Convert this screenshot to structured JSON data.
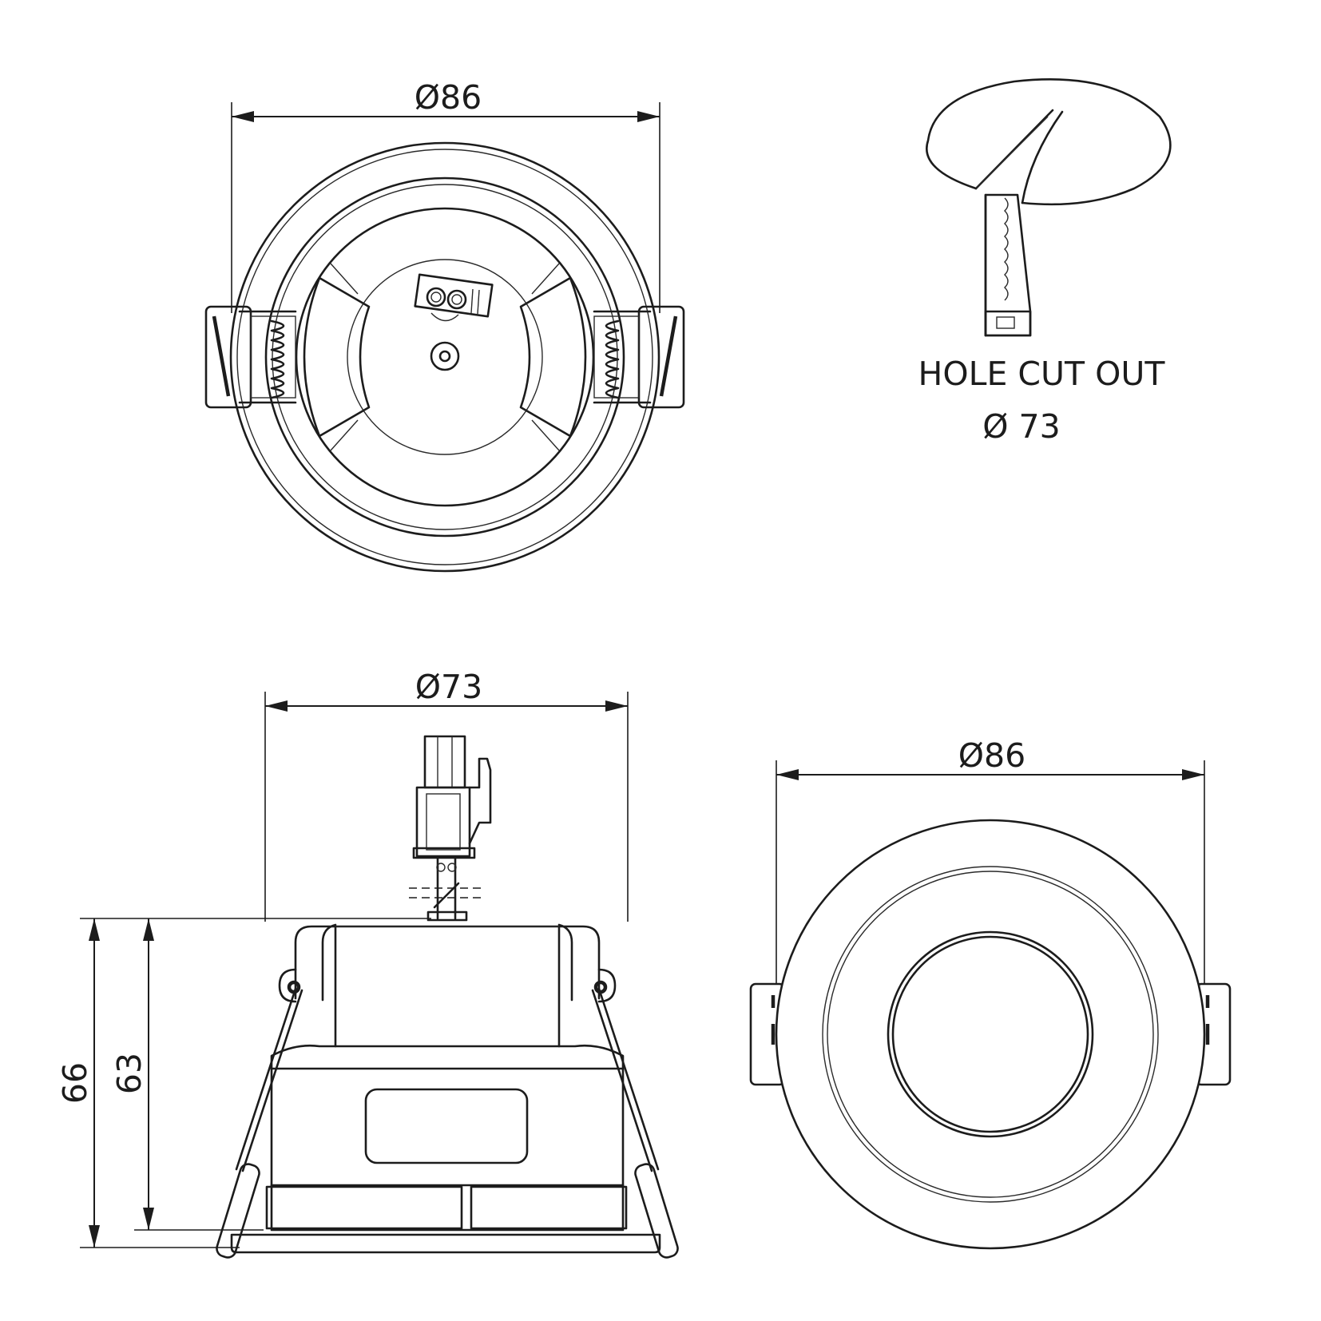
{
  "top_view": {
    "width_dimension": "Ø86"
  },
  "hole_cut_out": {
    "caption": "HOLE CUT OUT",
    "diameter": "Ø 73"
  },
  "side_view": {
    "width_dimension": "Ø73",
    "overall_height": "66",
    "body_height": "63"
  },
  "bottom_view": {
    "width_dimension": "Ø86"
  }
}
